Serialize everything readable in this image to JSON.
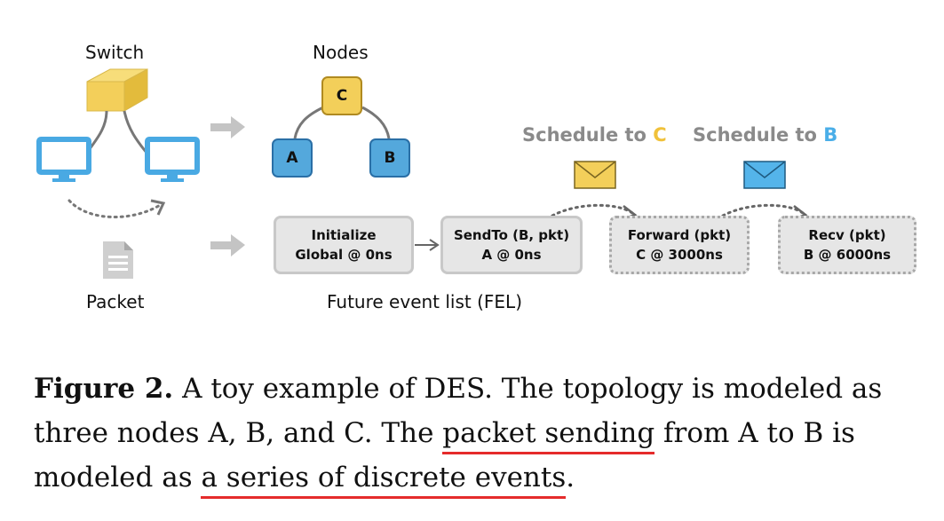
{
  "labels": {
    "switch": "Switch",
    "nodes": "Nodes",
    "packet": "Packet",
    "fel": "Future event list (FEL)"
  },
  "nodes": {
    "a": "A",
    "b": "B",
    "c": "C"
  },
  "events": [
    {
      "line1": "Initialize",
      "line2": "Global @ 0ns"
    },
    {
      "line1": "SendTo (B, pkt)",
      "line2": "A @ 0ns"
    },
    {
      "line1": "Forward (pkt)",
      "line2": "C @ 3000ns"
    },
    {
      "line1": "Recv (pkt)",
      "line2": "B @ 6000ns"
    }
  ],
  "schedules": [
    {
      "prefix": "Schedule to ",
      "target": "C"
    },
    {
      "prefix": "Schedule to ",
      "target": "B"
    }
  ],
  "caption": {
    "figure": "Figure 2.",
    "part1": " A toy example of DES. The topology is modeled as three nodes A, B, and C. The ",
    "underline1": "packet sending",
    "part2": " from A to B is modeled as ",
    "underline2": "a series of discrete events",
    "part3": "."
  },
  "colors": {
    "yellow": "#f3cf5a",
    "blue": "#54a8dc",
    "event_gray": "#e6e6e6",
    "underline_red": "#e52b2b"
  }
}
